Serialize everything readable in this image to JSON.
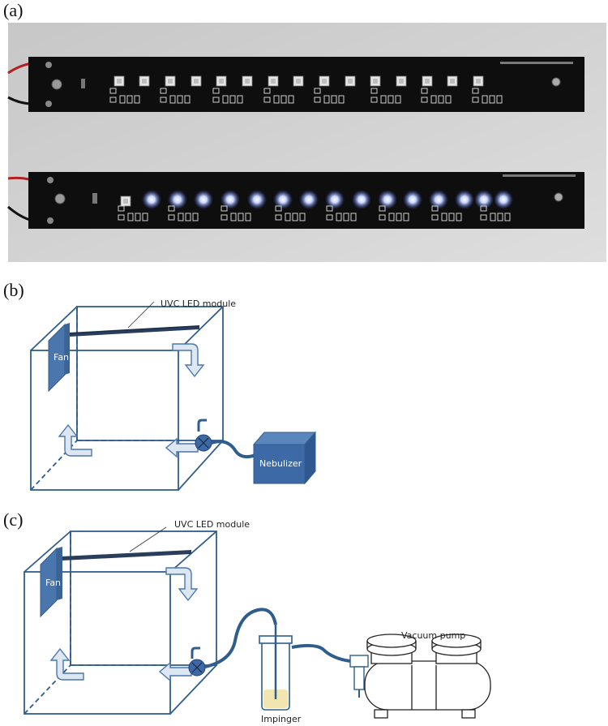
{
  "panels": {
    "a": {
      "label": "(a)"
    },
    "b": {
      "label": "(b)",
      "module_label": "UVC  LED module",
      "fan_label": "Fan",
      "nebulizer_label": "Nebulizer"
    },
    "c": {
      "label": "(c)",
      "module_label": "UVC  LED module",
      "fan_label": "Fan",
      "impinger_label": "Impinger",
      "pump_label": "Vacuum pump"
    }
  },
  "colors": {
    "box_line": "#2f5d8c",
    "fan": "#4a76ad",
    "module": "#2a3d5c",
    "arrow_fill": "#dde7f2",
    "valve": "#3d6aa6",
    "tube": "#2f5d8c",
    "led_glow": "#d8e4ff",
    "board": "#0e0e0e"
  }
}
